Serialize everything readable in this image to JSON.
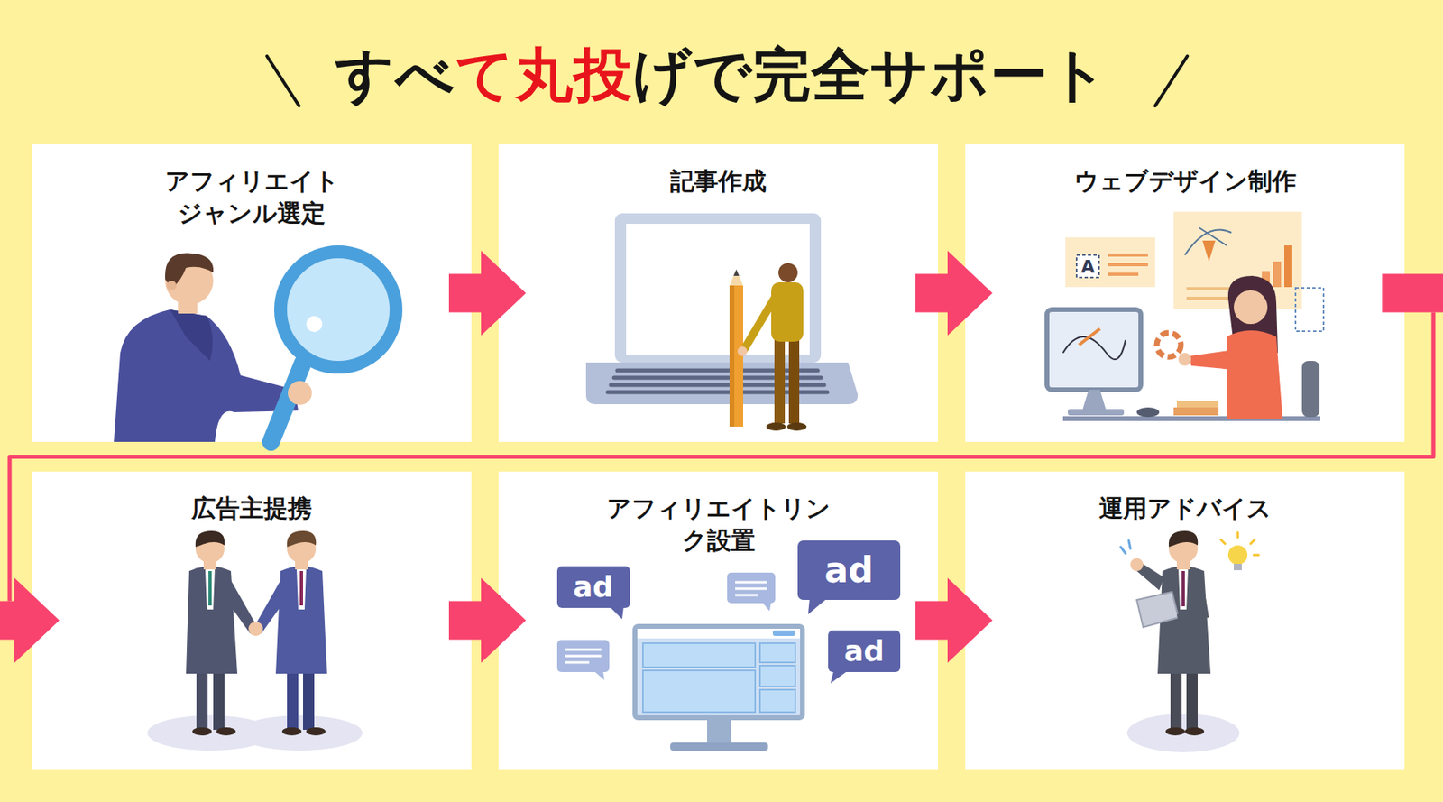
{
  "diagram": {
    "title": "すべて丸投げで完全サポート",
    "nodes": [
      {
        "text": [
          "アフィリエイトジャンル選定"
        ]
      },
      {
        "text": [
          "記事作成"
        ]
      },
      {
        "text": [
          "ウェブデザイン制作"
        ]
      },
      {
        "text": [
          "広告主提携"
        ]
      },
      {
        "text": [
          "アフィリエイトリンク設置"
        ]
      },
      {
        "text": [
          "運用アドバイス"
        ]
      }
    ],
    "edges": [
      {
        "from": 0,
        "to": 1,
        "arrow": "to"
      },
      {
        "from": 1,
        "to": 2,
        "arrow": "to"
      },
      {
        "from": 2,
        "to": 3,
        "arrow": "to"
      },
      {
        "from": 3,
        "to": 4,
        "arrow": "to"
      },
      {
        "from": 4,
        "to": 5,
        "arrow": "to"
      }
    ],
    "labels": [
      "A",
      "ad",
      "ad",
      "ad"
    ]
  }
}
